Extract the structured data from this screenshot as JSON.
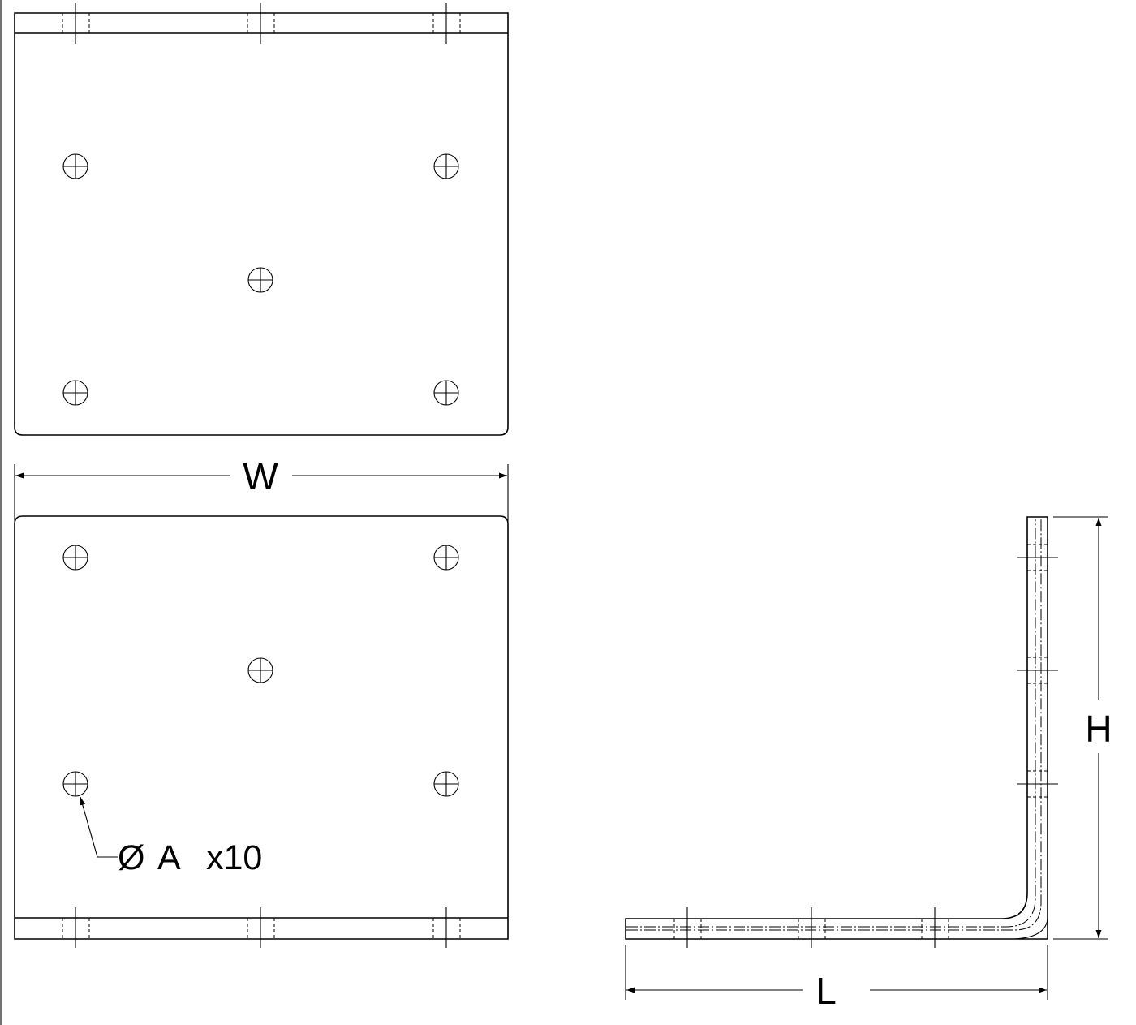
{
  "drawing": {
    "dimension_width": "W",
    "dimension_height": "H",
    "dimension_length": "L",
    "hole_callout": {
      "diameter_symbol": "Ø",
      "diameter_label": "A",
      "quantity": "x10"
    }
  },
  "colors": {
    "line": "#000000",
    "background": "#ffffff"
  }
}
